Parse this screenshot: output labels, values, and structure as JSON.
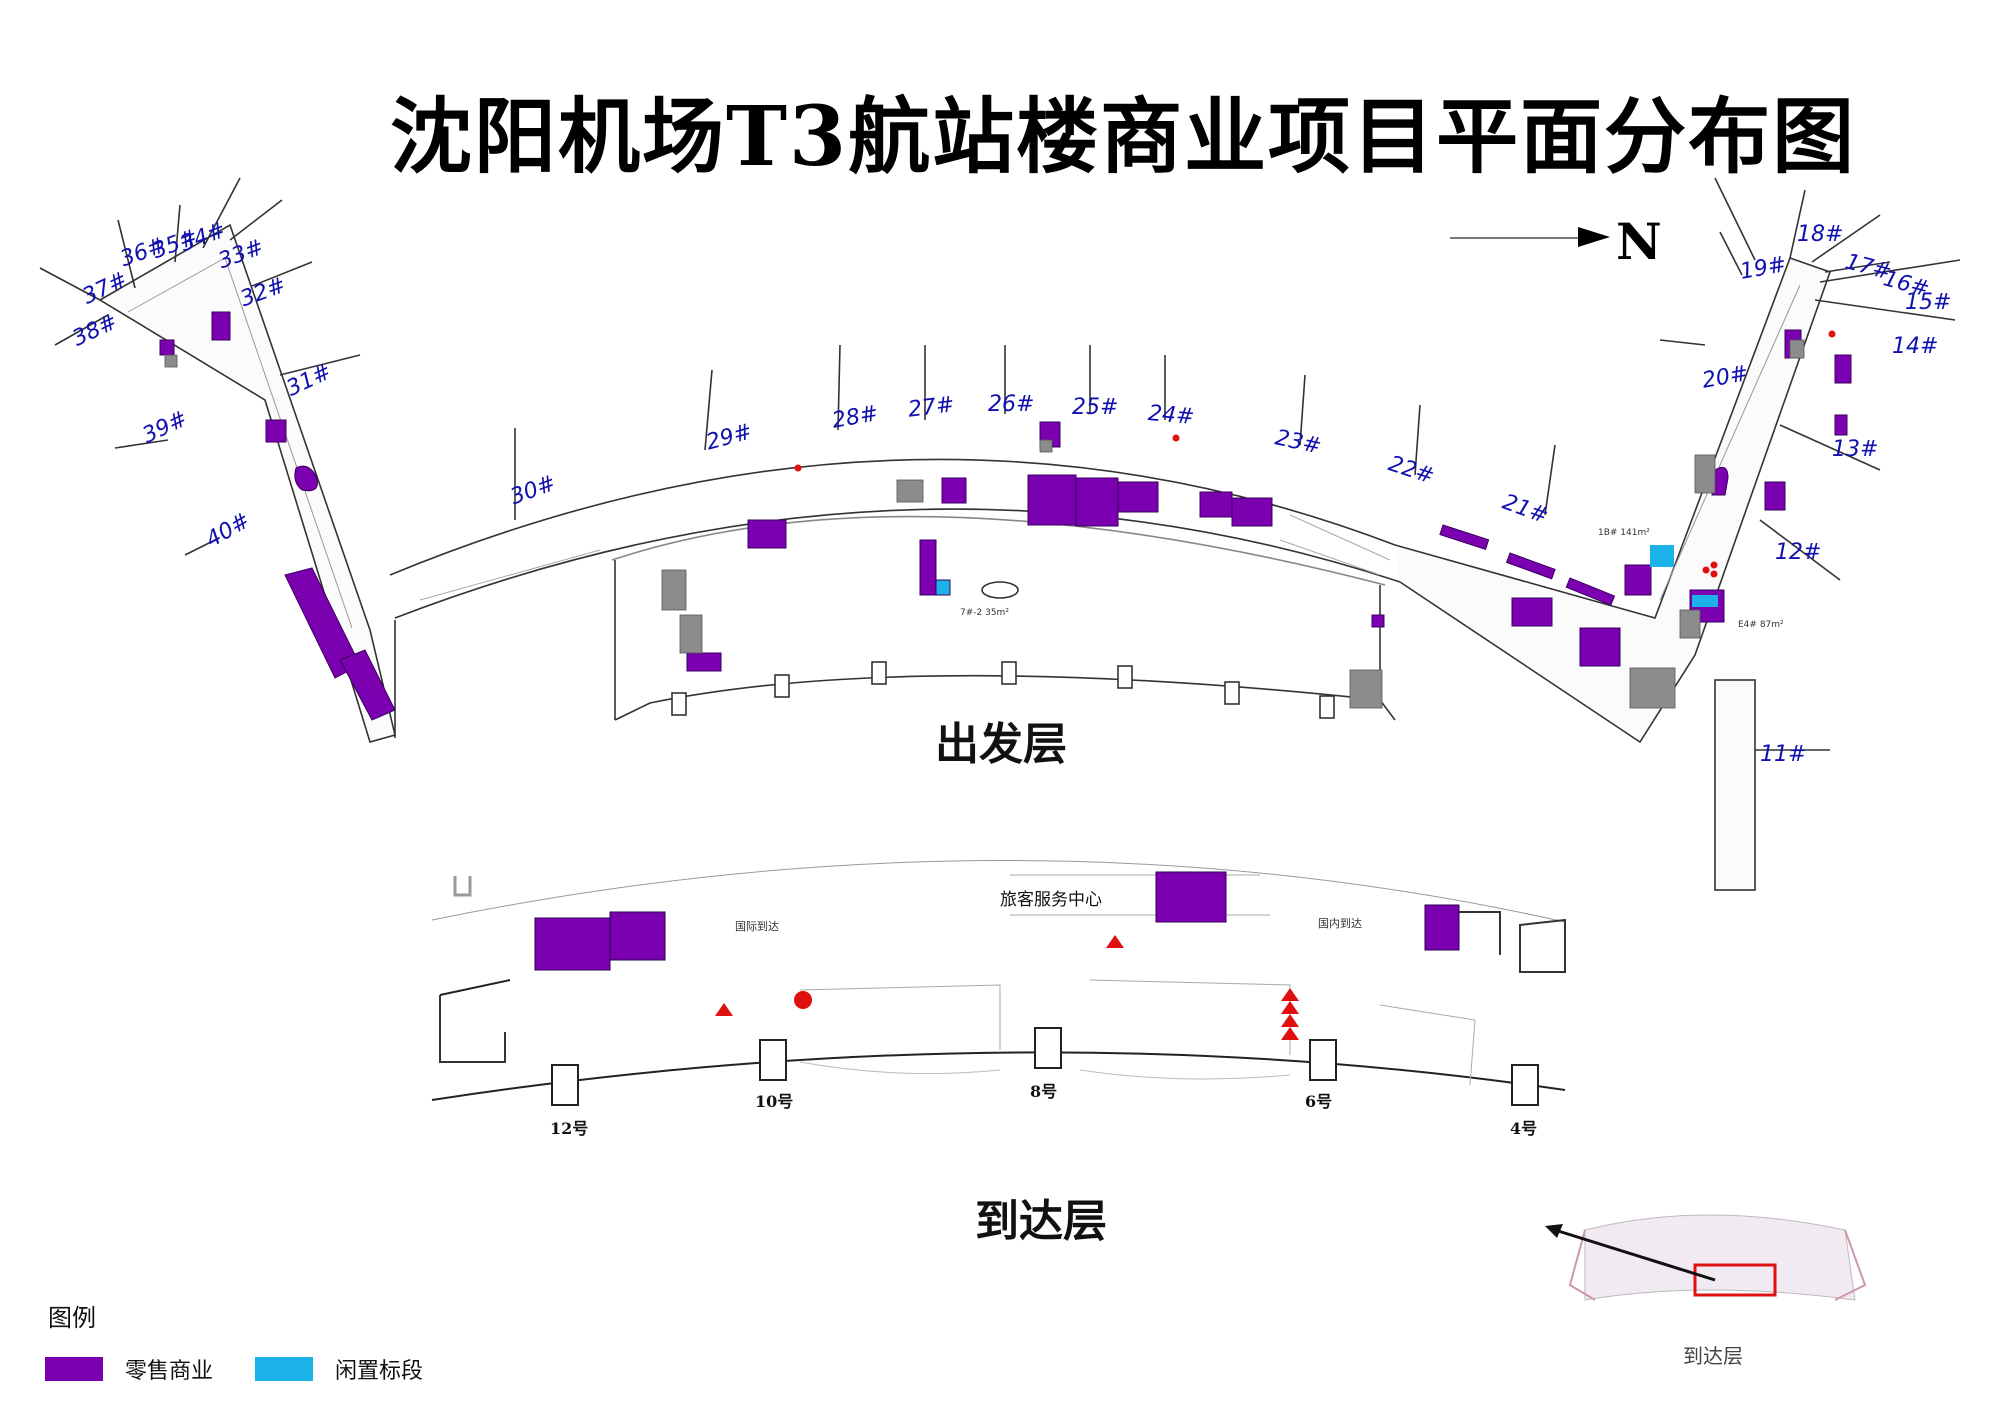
{
  "title": "沈阳机场T3航站楼商业项目平面分布图",
  "north_label": "N",
  "departure": {
    "label": "出发层",
    "gates": [
      "37#",
      "36#",
      "35#",
      "34#",
      "33#",
      "32#",
      "38#",
      "31#",
      "39#",
      "40#",
      "30#",
      "29#",
      "28#",
      "27#",
      "26#",
      "25#",
      "24#",
      "23#",
      "22#",
      "21#",
      "18#",
      "19#",
      "17#",
      "16#",
      "15#",
      "14#",
      "20#",
      "13#",
      "12#",
      "11#"
    ],
    "small_labels": [
      "1B# 141m²",
      "7#-2 35m²",
      "E4# 87m²"
    ]
  },
  "arrival": {
    "label": "到达层",
    "service_center": "旅客服务中心",
    "intl_area": "国际到达",
    "dom_area": "国内到达",
    "bridges": [
      "12号",
      "10号",
      "8号",
      "6号",
      "4号"
    ]
  },
  "legend": {
    "title": "图例",
    "items": [
      {
        "label": "零售商业",
        "color": "#7a00b0"
      },
      {
        "label": "闲置标段",
        "color": "#1ab2e8"
      }
    ]
  },
  "inset": {
    "caption": "到达层"
  },
  "colors": {
    "retail": "#7a00b0",
    "idle": "#1ab2e8",
    "occupied_gray": "#8c8c8c",
    "marker_red": "#e01010"
  }
}
